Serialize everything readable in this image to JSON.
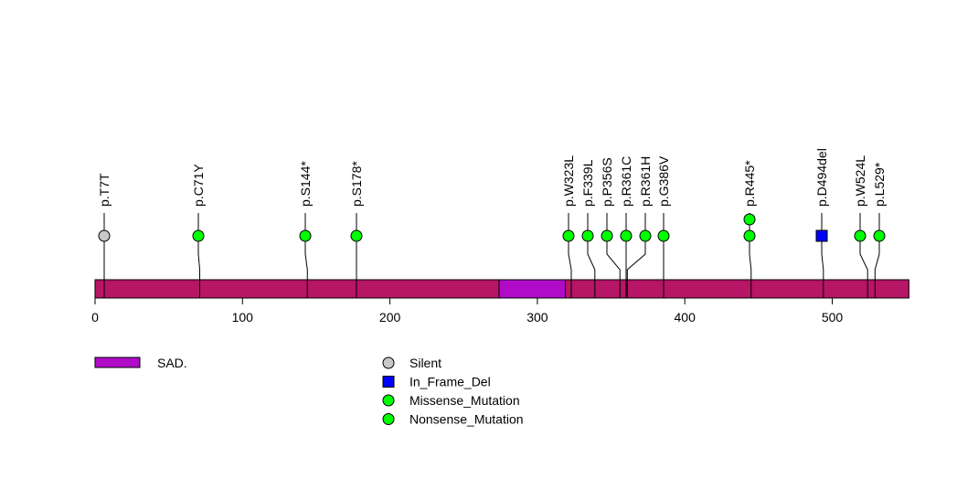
{
  "chart_data": {
    "type": "lollipop",
    "protein_length": 552,
    "xlim": [
      0,
      552
    ],
    "x_ticks": [
      0,
      100,
      200,
      300,
      400,
      500
    ],
    "domains": [
      {
        "name": "SAD.",
        "start": 274,
        "end": 319,
        "color": "#B00CC8"
      }
    ],
    "backbone_color": "#B71566",
    "mutations": [
      {
        "label": "p.T7T",
        "position": 7,
        "count": 1,
        "type": "Silent"
      },
      {
        "label": "p.C71Y",
        "position": 71,
        "count": 1,
        "type": "Missense_Mutation"
      },
      {
        "label": "p.S144*",
        "position": 144,
        "count": 1,
        "type": "Nonsense_Mutation"
      },
      {
        "label": "p.S178*",
        "position": 178,
        "count": 1,
        "type": "Nonsense_Mutation"
      },
      {
        "label": "p.W323L",
        "position": 323,
        "count": 1,
        "type": "Missense_Mutation"
      },
      {
        "label": "p.F339L",
        "position": 339,
        "count": 1,
        "type": "Missense_Mutation"
      },
      {
        "label": "p.P356S",
        "position": 356,
        "count": 1,
        "type": "Missense_Mutation"
      },
      {
        "label": "p.R361C",
        "position": 361,
        "count": 1,
        "type": "Missense_Mutation"
      },
      {
        "label": "p.R361H",
        "position": 361,
        "count": 1,
        "type": "Missense_Mutation"
      },
      {
        "label": "p.G386V",
        "position": 386,
        "count": 1,
        "type": "Missense_Mutation"
      },
      {
        "label": "p.R445*",
        "position": 445,
        "count": 2,
        "type": "Nonsense_Mutation"
      },
      {
        "label": "p.D494del",
        "position": 494,
        "count": 1,
        "type": "In_Frame_Del"
      },
      {
        "label": "p.W524L",
        "position": 524,
        "count": 1,
        "type": "Missense_Mutation"
      },
      {
        "label": "p.L529*",
        "position": 529,
        "count": 1,
        "type": "Nonsense_Mutation"
      }
    ],
    "legend_mutation_types": [
      {
        "name": "Silent",
        "shape": "circle",
        "color": "#C8C8C8"
      },
      {
        "name": "In_Frame_Del",
        "shape": "square",
        "color": "#0000FF"
      },
      {
        "name": "Missense_Mutation",
        "shape": "circle",
        "color": "#00FF00"
      },
      {
        "name": "Nonsense_Mutation",
        "shape": "circle",
        "color": "#00FF00"
      }
    ]
  }
}
